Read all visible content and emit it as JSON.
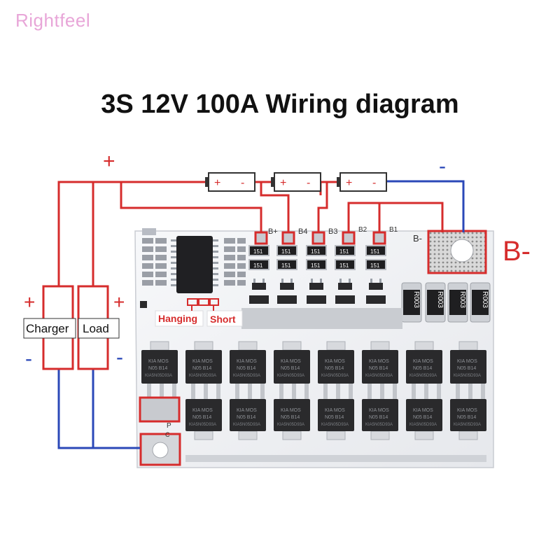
{
  "watermark": "Rightfeel",
  "title": "3S 12V 100A Wiring diagram",
  "labels": {
    "plus_top": "+",
    "minus_top": "-",
    "charger": "Charger",
    "load": "Load",
    "plus_left": "+",
    "plus_right": "+",
    "minus_left": "-",
    "minus_right": "-",
    "b_minus_big": "B-",
    "b_minus_small": "B-",
    "hanging": "Hanging",
    "short": "Short",
    "b_plus": "B+",
    "b4": "B4",
    "b3": "B3",
    "b2": "B2",
    "b1": "B1",
    "p": "P",
    "c": "C"
  },
  "batteries": [
    {
      "plus": "+",
      "minus": "-"
    },
    {
      "plus": "+",
      "minus": "-"
    },
    {
      "plus": "+",
      "minus": "-"
    }
  ],
  "resistor_code": "151",
  "shunt_code": "R003",
  "mosfet": {
    "line1": "KIA MOS",
    "line2": "N05 B14",
    "line3": "KIA5N05D93A"
  },
  "colors": {
    "red": "#d62c2c",
    "blue": "#2b48b8",
    "board": "#f1f2f4",
    "mosfet": "#2a2a2c"
  }
}
